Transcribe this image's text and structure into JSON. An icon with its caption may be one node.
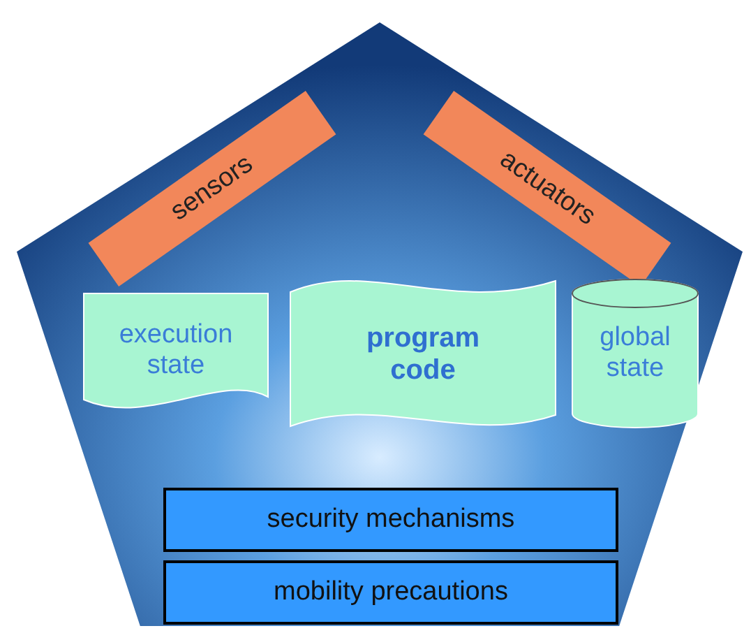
{
  "diagram": {
    "nodes": [
      {
        "text": [],
        "shape": "pentagon"
      },
      {
        "text": [
          "sensors"
        ],
        "in": 0
      },
      {
        "text": [
          "actuators"
        ],
        "in": 0
      },
      {
        "text": [
          "execution state"
        ],
        "in": 0
      },
      {
        "text": [
          "program code"
        ],
        "in": 0
      },
      {
        "text": [
          "global state"
        ],
        "in": 0
      },
      {
        "text": [
          "security mechanisms"
        ],
        "in": 0
      },
      {
        "text": [
          "mobility precautions"
        ],
        "in": 0
      }
    ],
    "edges": []
  }
}
